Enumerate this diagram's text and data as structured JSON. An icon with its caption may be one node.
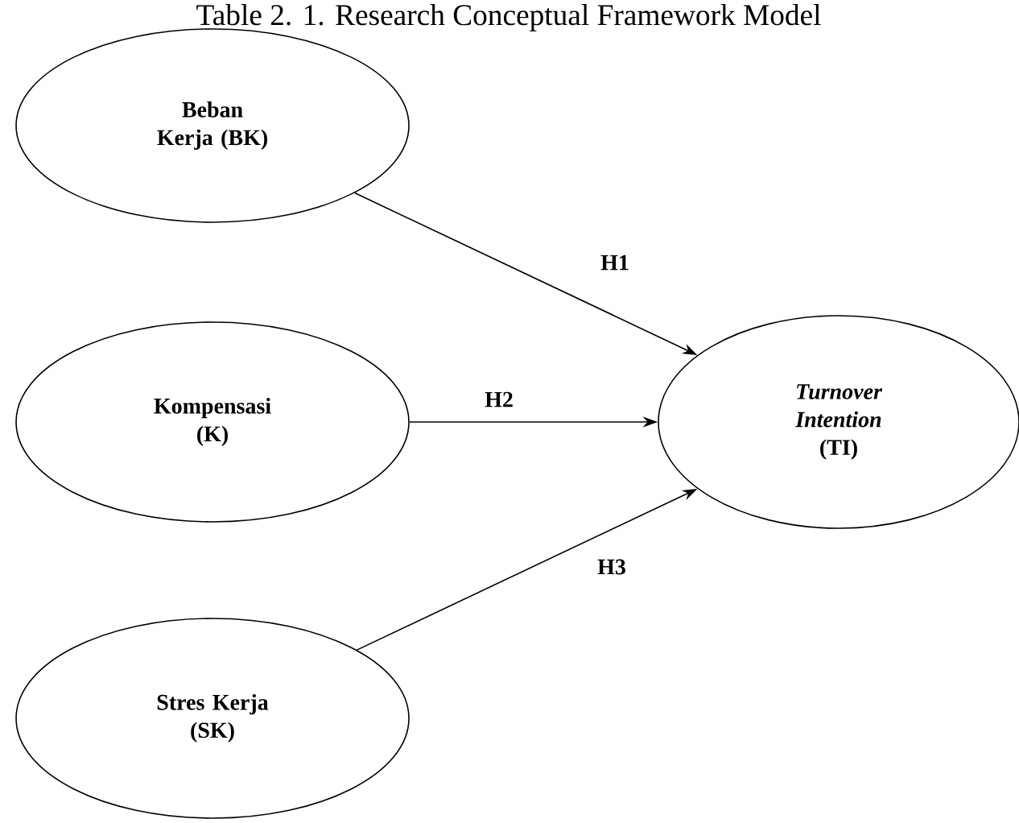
{
  "diagram": {
    "title": "Table 2. 1. Research Conceptual Framework Model",
    "nodes": [
      {
        "text": [
          "Beban Kerja (BK)"
        ]
      },
      {
        "text": [
          "Kompensasi (K)"
        ]
      },
      {
        "text": [
          "Stres Kerja (SK)"
        ]
      },
      {
        "text": [
          "*Turnover Intention* (TI)"
        ]
      }
    ],
    "edges": [
      {
        "from": 0,
        "to": 3,
        "arrow": "to",
        "label": "H1"
      },
      {
        "from": 1,
        "to": 3,
        "arrow": "to",
        "label": "H2"
      },
      {
        "from": 2,
        "to": 3,
        "arrow": "to",
        "label": "H3"
      }
    ]
  }
}
